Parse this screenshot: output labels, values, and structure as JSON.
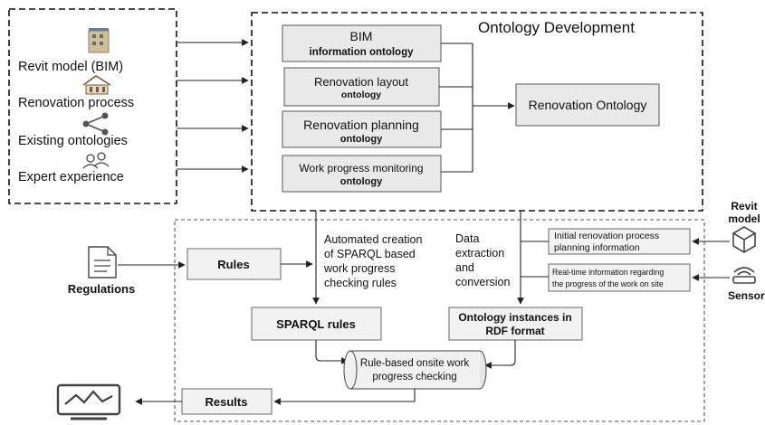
{
  "inputs": {
    "revit": "Revit model (BIM)",
    "renovation_process": "Renovation process",
    "existing_ontologies": "Existing ontologies",
    "expert_experience": "Expert experience"
  },
  "ontology": {
    "title": "Ontology Development",
    "bim_line1": "BIM",
    "bim_line2": "information ontology",
    "layout_line1": "Renovation layout",
    "layout_line2": "ontology",
    "planning_line1": "Renovation planning",
    "planning_line2": "ontology",
    "monitoring_line1": "Work progress monitoring",
    "monitoring_line2": "ontology",
    "result": "Renovation Ontology"
  },
  "workflow": {
    "rules": "Rules",
    "regulations": "Regulations",
    "automated_note": [
      "Automated creation",
      "of SPARQL based",
      "work progress",
      "checking rules"
    ],
    "data_note": [
      "Data",
      "extraction",
      "and",
      "conversion"
    ],
    "sparql_rules": "SPARQL rules",
    "instances_line1": "Ontology instances in",
    "instances_line2": "RDF format",
    "checking_line1": "Rule-based onsite work",
    "checking_line2": "progress checking",
    "results": "Results",
    "initial_info_line1": "Initial renovation process",
    "initial_info_line2": "planning information",
    "realtime_line1": "Real-time information regarding",
    "realtime_line2": "the progress of the work on site",
    "revit_model_line1": "Revit",
    "revit_model_line2": "model",
    "sensors": "Sensors"
  }
}
